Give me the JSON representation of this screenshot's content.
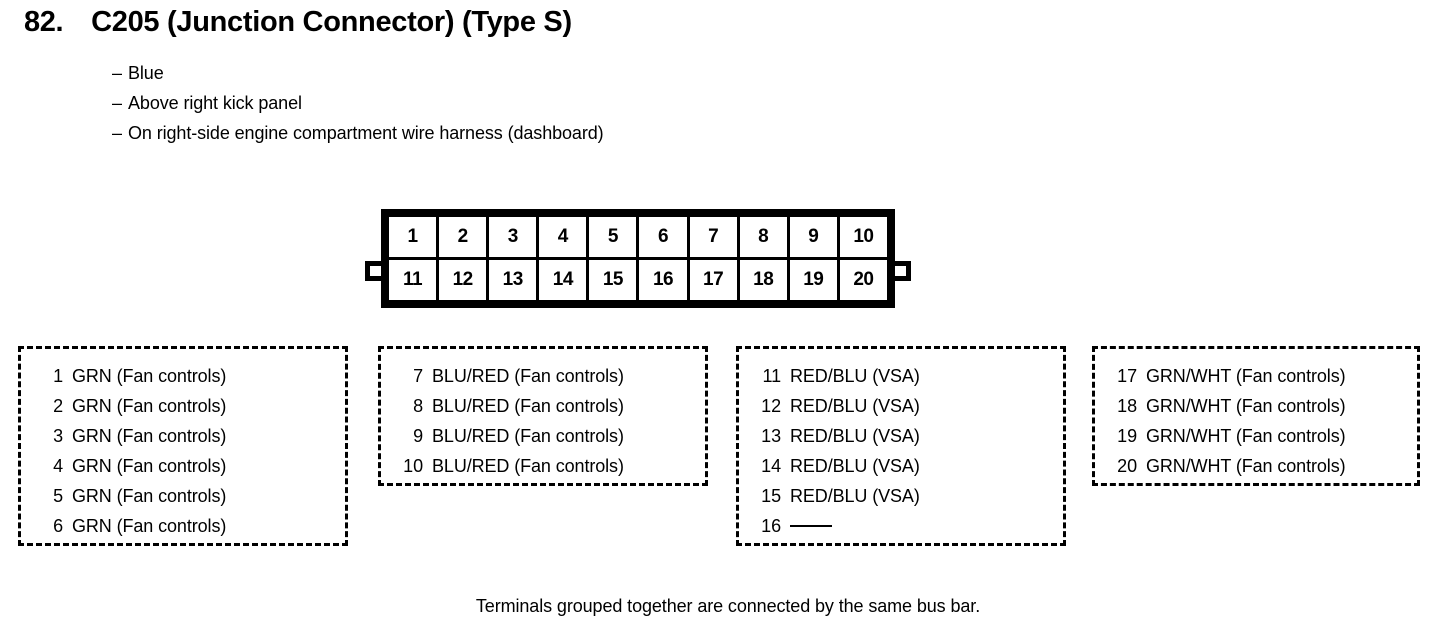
{
  "header": {
    "item_number": "82.",
    "title": "C205 (Junction Connector) (Type S)",
    "bullets": [
      "Blue",
      "Above right kick panel",
      "On right-side engine compartment wire harness (dashboard)"
    ],
    "dash_glyph": "–"
  },
  "connector": {
    "rows": [
      [
        "1",
        "2",
        "3",
        "4",
        "5",
        "6",
        "7",
        "8",
        "9",
        "10"
      ],
      [
        "11",
        "12",
        "13",
        "14",
        "15",
        "16",
        "17",
        "18",
        "19",
        "20"
      ]
    ]
  },
  "groups": [
    {
      "id": "group-1",
      "lines": [
        {
          "pin": "1",
          "desc": "GRN (Fan controls)"
        },
        {
          "pin": "2",
          "desc": "GRN (Fan controls)"
        },
        {
          "pin": "3",
          "desc": "GRN (Fan controls)"
        },
        {
          "pin": "4",
          "desc": "GRN (Fan controls)"
        },
        {
          "pin": "5",
          "desc": "GRN (Fan controls)"
        },
        {
          "pin": "6",
          "desc": "GRN (Fan controls)"
        }
      ]
    },
    {
      "id": "group-2",
      "lines": [
        {
          "pin": "7",
          "desc": "BLU/RED (Fan controls)"
        },
        {
          "pin": "8",
          "desc": "BLU/RED (Fan controls)"
        },
        {
          "pin": "9",
          "desc": "BLU/RED (Fan controls)"
        },
        {
          "pin": "10",
          "desc": "BLU/RED (Fan controls)"
        }
      ]
    },
    {
      "id": "group-3",
      "lines": [
        {
          "pin": "11",
          "desc": "RED/BLU (VSA)"
        },
        {
          "pin": "12",
          "desc": "RED/BLU (VSA)"
        },
        {
          "pin": "13",
          "desc": "RED/BLU (VSA)"
        },
        {
          "pin": "14",
          "desc": "RED/BLU (VSA)"
        },
        {
          "pin": "15",
          "desc": "RED/BLU (VSA)"
        },
        {
          "pin": "16",
          "desc": "",
          "empty": true
        }
      ]
    },
    {
      "id": "group-4",
      "lines": [
        {
          "pin": "17",
          "desc": "GRN/WHT (Fan controls)"
        },
        {
          "pin": "18",
          "desc": "GRN/WHT (Fan controls)"
        },
        {
          "pin": "19",
          "desc": "GRN/WHT (Fan controls)"
        },
        {
          "pin": "20",
          "desc": "GRN/WHT (Fan controls)"
        }
      ]
    }
  ],
  "footer": {
    "note": "Terminals grouped together are connected by the same bus bar."
  },
  "colors": {
    "ink": "#000000",
    "paper": "#ffffff"
  }
}
